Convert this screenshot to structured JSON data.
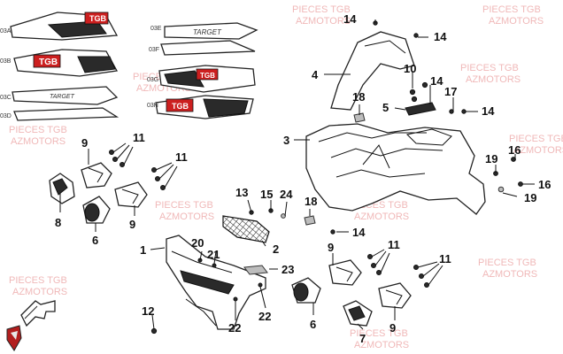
{
  "watermark": {
    "line1": "PIECES TGB",
    "line2": "AZMOTORS"
  },
  "decals": [
    {
      "code": "03A",
      "logo": "TGB"
    },
    {
      "code": "03B",
      "logo": "TGB"
    },
    {
      "code": "03C",
      "logo": "TARGET"
    },
    {
      "code": "03D",
      "logo": ""
    },
    {
      "code": "03E",
      "logo": "TARGET"
    },
    {
      "code": "03F",
      "logo": ""
    },
    {
      "code": "03G",
      "logo": "TGB"
    },
    {
      "code": "03H",
      "logo": "TGB"
    }
  ],
  "callouts": {
    "c1": "1",
    "c2": "2",
    "c3": "3",
    "c4": "4",
    "c5": "5",
    "c6a": "6",
    "c6b": "6",
    "c7": "7",
    "c8": "8",
    "c9a": "9",
    "c9b": "9",
    "c9c": "9",
    "c9d": "9",
    "c10": "10",
    "c11a": "11",
    "c11b": "11",
    "c11c": "11",
    "c11d": "11",
    "c12": "12",
    "c13": "13",
    "c14a": "14",
    "c14b": "14",
    "c14c": "14",
    "c14d": "14",
    "c14e": "14",
    "c15": "15",
    "c16a": "16",
    "c16b": "16",
    "c17": "17",
    "c18a": "18",
    "c18b": "18",
    "c19a": "19",
    "c19b": "19",
    "c20": "20",
    "c21": "21",
    "c22a": "22",
    "c22b": "22",
    "c23": "23",
    "c24": "24"
  },
  "brand_icons": [
    "direction-arrow-icon",
    "tgb-shield-logo-icon"
  ]
}
